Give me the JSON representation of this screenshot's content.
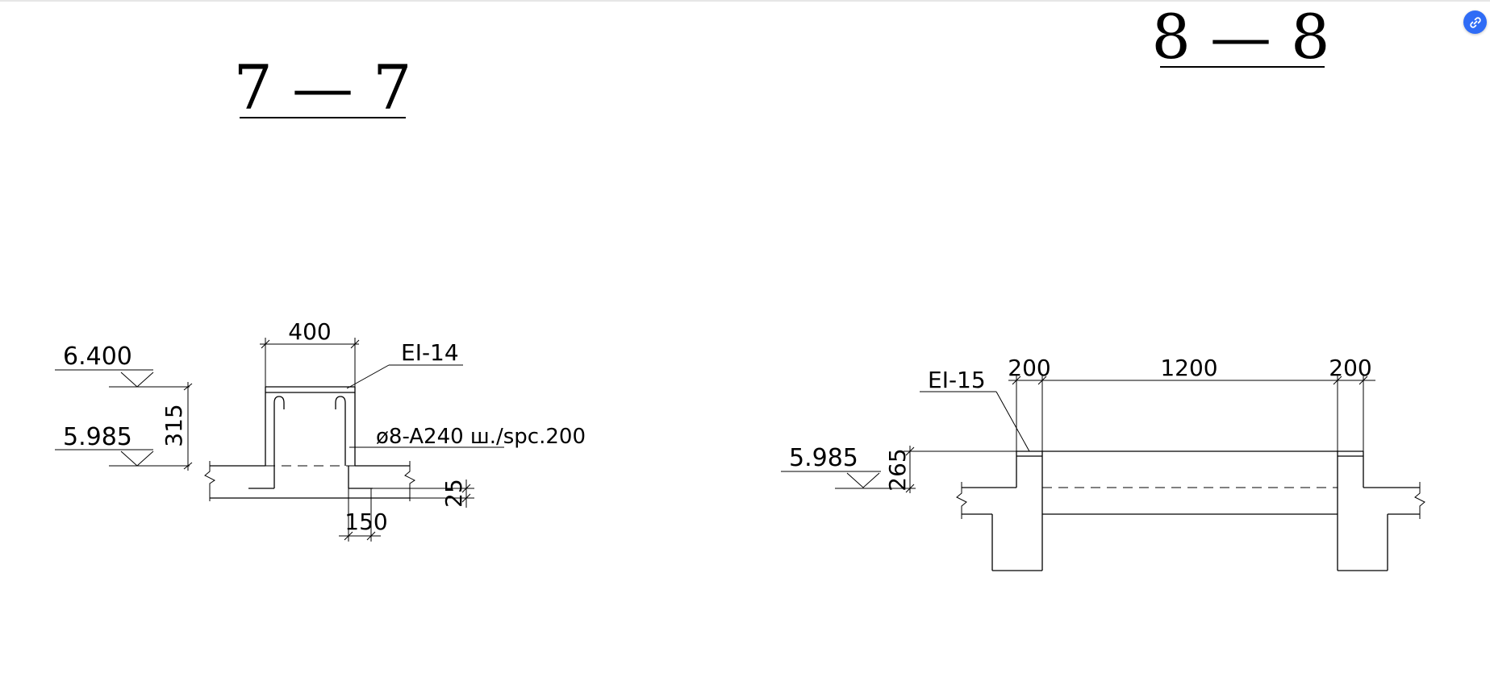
{
  "section_left": {
    "title": "7 — 7",
    "level_top": "6.400",
    "level_bottom": "5.985",
    "dim_width": "400",
    "dim_height": "315",
    "dim_ledge": "150",
    "dim_cover": "25",
    "tag": "EI-14",
    "rebar_note": "ø8-A240 ш./spc.200"
  },
  "section_right": {
    "title": "8 — 8",
    "level": "5.985",
    "dim_left": "200",
    "dim_span": "1200",
    "dim_right": "200",
    "dim_height": "265",
    "tag": "EI-15"
  },
  "link_button": {
    "icon": "link-icon",
    "color": "#2f6cf6"
  }
}
